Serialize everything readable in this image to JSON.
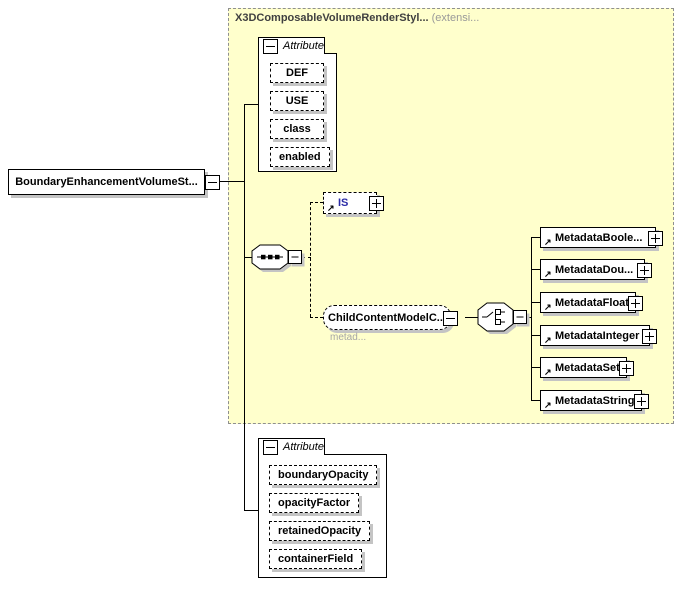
{
  "diagram": {
    "container": {
      "label": "X3DComposableVolumeRenderStyl...",
      "suffix": "(extensi...",
      "bg_color": "#FFFFCC",
      "border_color": "#8F8F8F"
    },
    "root": {
      "label": "BoundaryEnhancementVolumeSt..."
    },
    "top_attribute_group": {
      "header": "Attribute",
      "items": [
        "DEF",
        "USE",
        "class",
        "enabled"
      ]
    },
    "is_element": {
      "label": "IS"
    },
    "child_content": {
      "label": "ChildContentModelC...",
      "sublabel": "metad..."
    },
    "metadata_elements": [
      "MetadataBoole...",
      "MetadataDou...",
      "MetadataFloat",
      "MetadataInteger",
      "MetadataSet",
      "MetadataString"
    ],
    "bottom_attribute_group": {
      "header": "Attribute",
      "items": [
        "boundaryOpacity",
        "opacityFactor",
        "retainedOpacity",
        "containerField"
      ]
    },
    "icons": {
      "reference_arrow": "↗"
    },
    "colors": {
      "shadow": "#C4C4C4",
      "line": "#000000",
      "is_text": "#2B2BA6",
      "sublabel_text": "#A6A6A6",
      "container_title_text": "#404040"
    }
  }
}
